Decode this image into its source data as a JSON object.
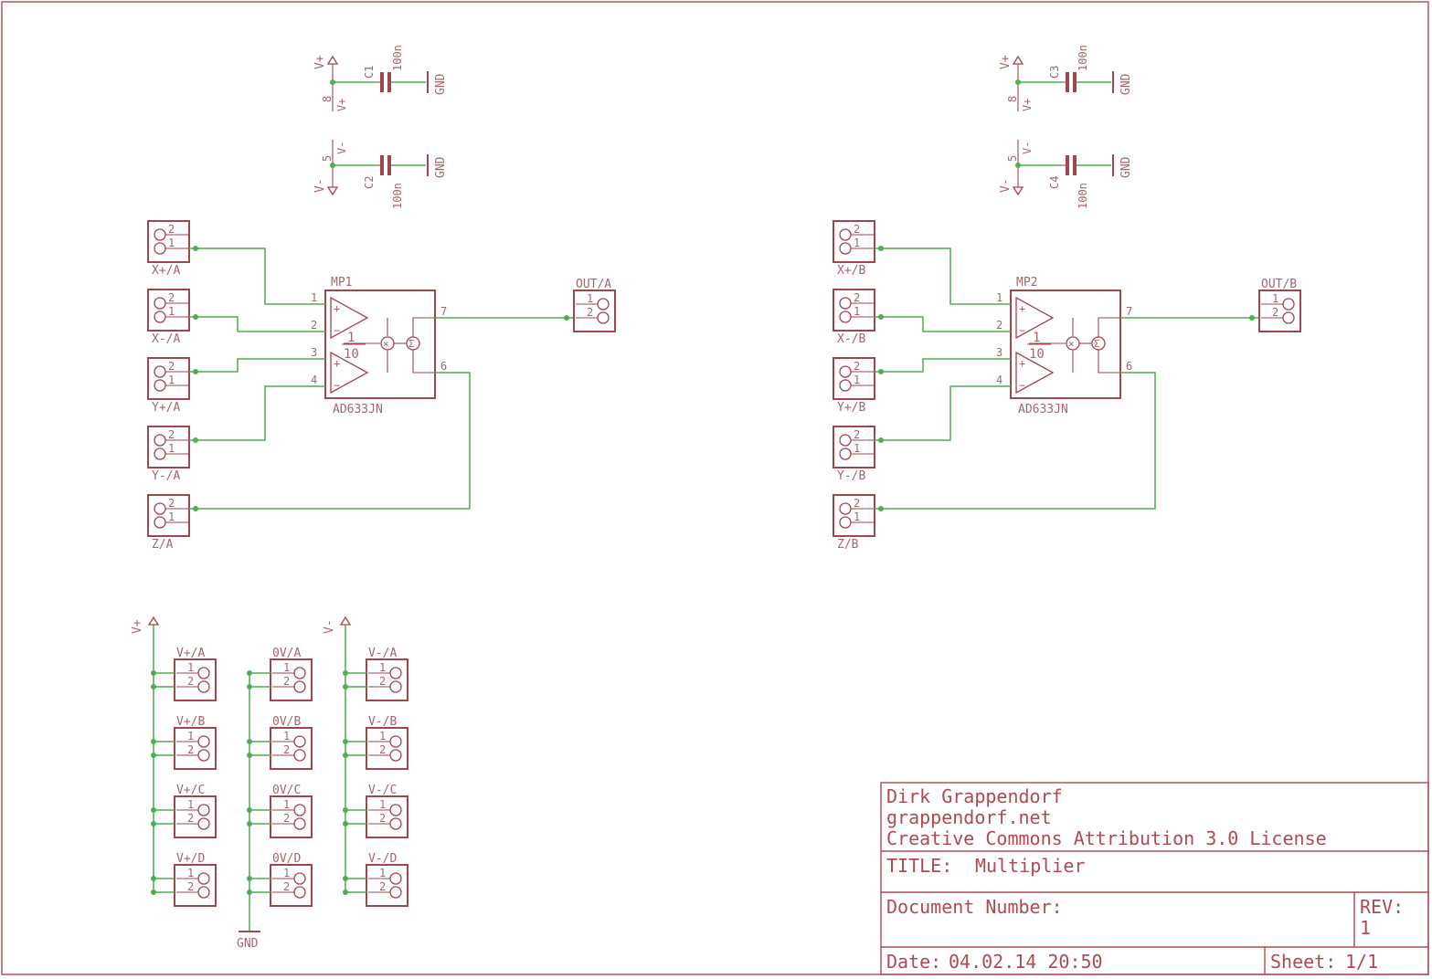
{
  "title_block": {
    "author": "Dirk Grappendorf",
    "website": "grappendorf.net",
    "license": "Creative Commons Attribution 3.0 License",
    "title_label": "TITLE:",
    "title": "Multiplier",
    "doc_number_label": "Document Number:",
    "rev_label": "REV:",
    "rev": "1",
    "date_label": "Date:",
    "date": "04.02.14 20:50",
    "sheet_label": "Sheet:",
    "sheet": "1/1"
  },
  "multipliers": [
    {
      "part": "MP1",
      "value": "AD633JN",
      "output": "OUT/A",
      "inputs": [
        "X+/A",
        "X-/A",
        "Y+/A",
        "Y-/A",
        "Z/A"
      ],
      "cap_top": {
        "name": "C1",
        "value": "100n"
      },
      "cap_bottom": {
        "name": "C2",
        "value": "100n"
      }
    },
    {
      "part": "MP2",
      "value": "AD633JN",
      "output": "OUT/B",
      "inputs": [
        "X+/B",
        "X-/B",
        "Y+/B",
        "Y-/B",
        "Z/B"
      ],
      "cap_top": {
        "name": "C3",
        "value": "100n"
      },
      "cap_bottom": {
        "name": "C4",
        "value": "100n"
      }
    }
  ],
  "power": {
    "vplus": "V+",
    "vminus": "V-",
    "gnd": "GND",
    "vplus_pin": "8",
    "vminus_pin": "5",
    "gain_num": "1",
    "gain_den": "10",
    "pin_numbers": [
      "1",
      "2",
      "3",
      "4",
      "7",
      "6"
    ],
    "terminal_pins": [
      "1",
      "2"
    ]
  },
  "power_terminals": {
    "vplus": [
      "V+/A",
      "V+/B",
      "V+/C",
      "V+/D"
    ],
    "zero": [
      "0V/A",
      "0V/B",
      "0V/C",
      "0V/D"
    ],
    "vminus": [
      "V-/A",
      "V-/B",
      "V-/C",
      "V-/D"
    ]
  }
}
